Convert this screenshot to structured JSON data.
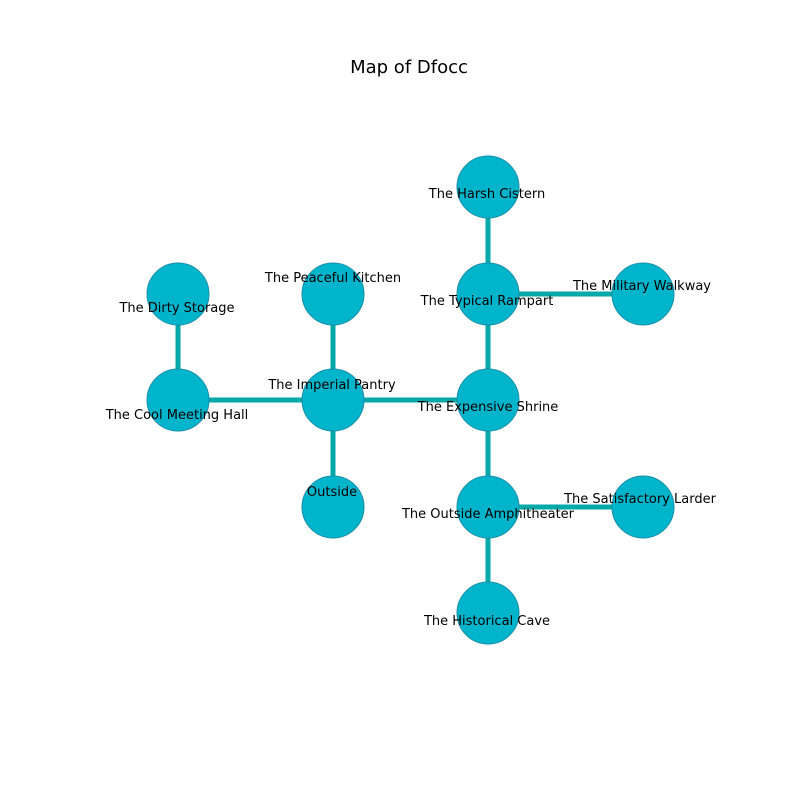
{
  "title": "Map of Dfocc",
  "colors": {
    "node_fill": "#00b4cc",
    "edge": "#00a8a8"
  },
  "rooms": [
    {
      "id": "harsh-cistern",
      "label": "The Harsh Cistern"
    },
    {
      "id": "peaceful-kitchen",
      "label": "The Peaceful Kitchen"
    },
    {
      "id": "dirty-storage",
      "label": "The Dirty Storage"
    },
    {
      "id": "typical-rampart",
      "label": "The Typical Rampart"
    },
    {
      "id": "military-walkway",
      "label": "The Military Walkway"
    },
    {
      "id": "imperial-pantry",
      "label": "The Imperial Pantry"
    },
    {
      "id": "cool-meeting-hall",
      "label": "The Cool Meeting Hall"
    },
    {
      "id": "expensive-shrine",
      "label": "The Expensive Shrine"
    },
    {
      "id": "outside",
      "label": "Outside"
    },
    {
      "id": "outside-amphitheater",
      "label": "The Outside Amphitheater"
    },
    {
      "id": "satisfactory-larder",
      "label": "The Satisfactory Larder"
    },
    {
      "id": "historical-cave",
      "label": "The Historical Cave"
    }
  ],
  "connections": [
    [
      "dirty-storage",
      "cool-meeting-hall"
    ],
    [
      "cool-meeting-hall",
      "imperial-pantry"
    ],
    [
      "peaceful-kitchen",
      "imperial-pantry"
    ],
    [
      "imperial-pantry",
      "outside"
    ],
    [
      "imperial-pantry",
      "expensive-shrine"
    ],
    [
      "harsh-cistern",
      "typical-rampart"
    ],
    [
      "typical-rampart",
      "military-walkway"
    ],
    [
      "typical-rampart",
      "expensive-shrine"
    ],
    [
      "expensive-shrine",
      "outside-amphitheater"
    ],
    [
      "outside-amphitheater",
      "satisfactory-larder"
    ],
    [
      "outside-amphitheater",
      "historical-cave"
    ]
  ]
}
